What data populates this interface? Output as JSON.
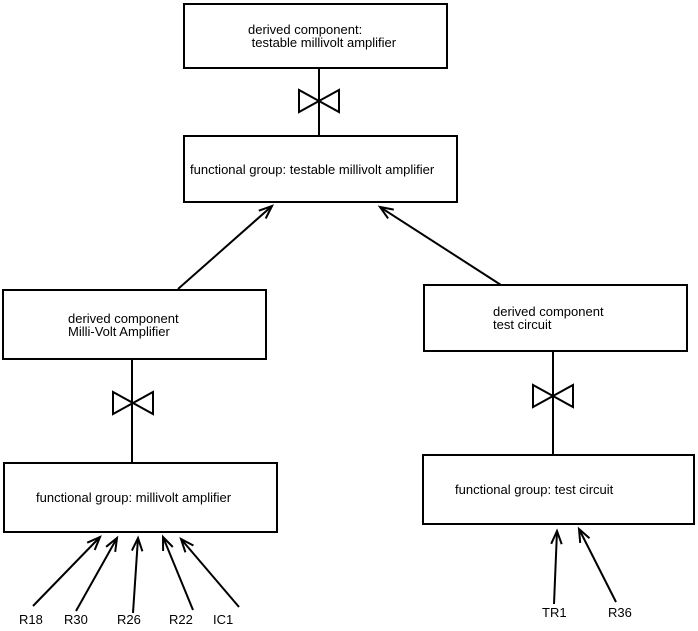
{
  "diagram": {
    "background_color": "#ffffff",
    "stroke_color": "#000000",
    "text_color": "#000000",
    "boxes": {
      "top_derived": {
        "line1": "derived component:",
        "line2": " testable millivolt amplifier"
      },
      "center_functional": {
        "line1": "functional group: testable millivolt amplifier"
      },
      "left_derived": {
        "line1": "derived component",
        "line2": "Milli-Volt Amplifier"
      },
      "right_derived": {
        "line1": "derived component",
        "line2": "test circuit"
      },
      "left_functional": {
        "line1": "functional group: millivolt amplifier"
      },
      "right_functional": {
        "line1": "functional group: test circuit"
      }
    },
    "component_labels": {
      "r18": "R18",
      "r30": "R30",
      "r26": "R26",
      "r22": "R22",
      "ic1": "IC1",
      "tr1": "TR1",
      "r36": "R36"
    },
    "symbols": {
      "decomposition_symbol": "bowtie-valve"
    }
  }
}
